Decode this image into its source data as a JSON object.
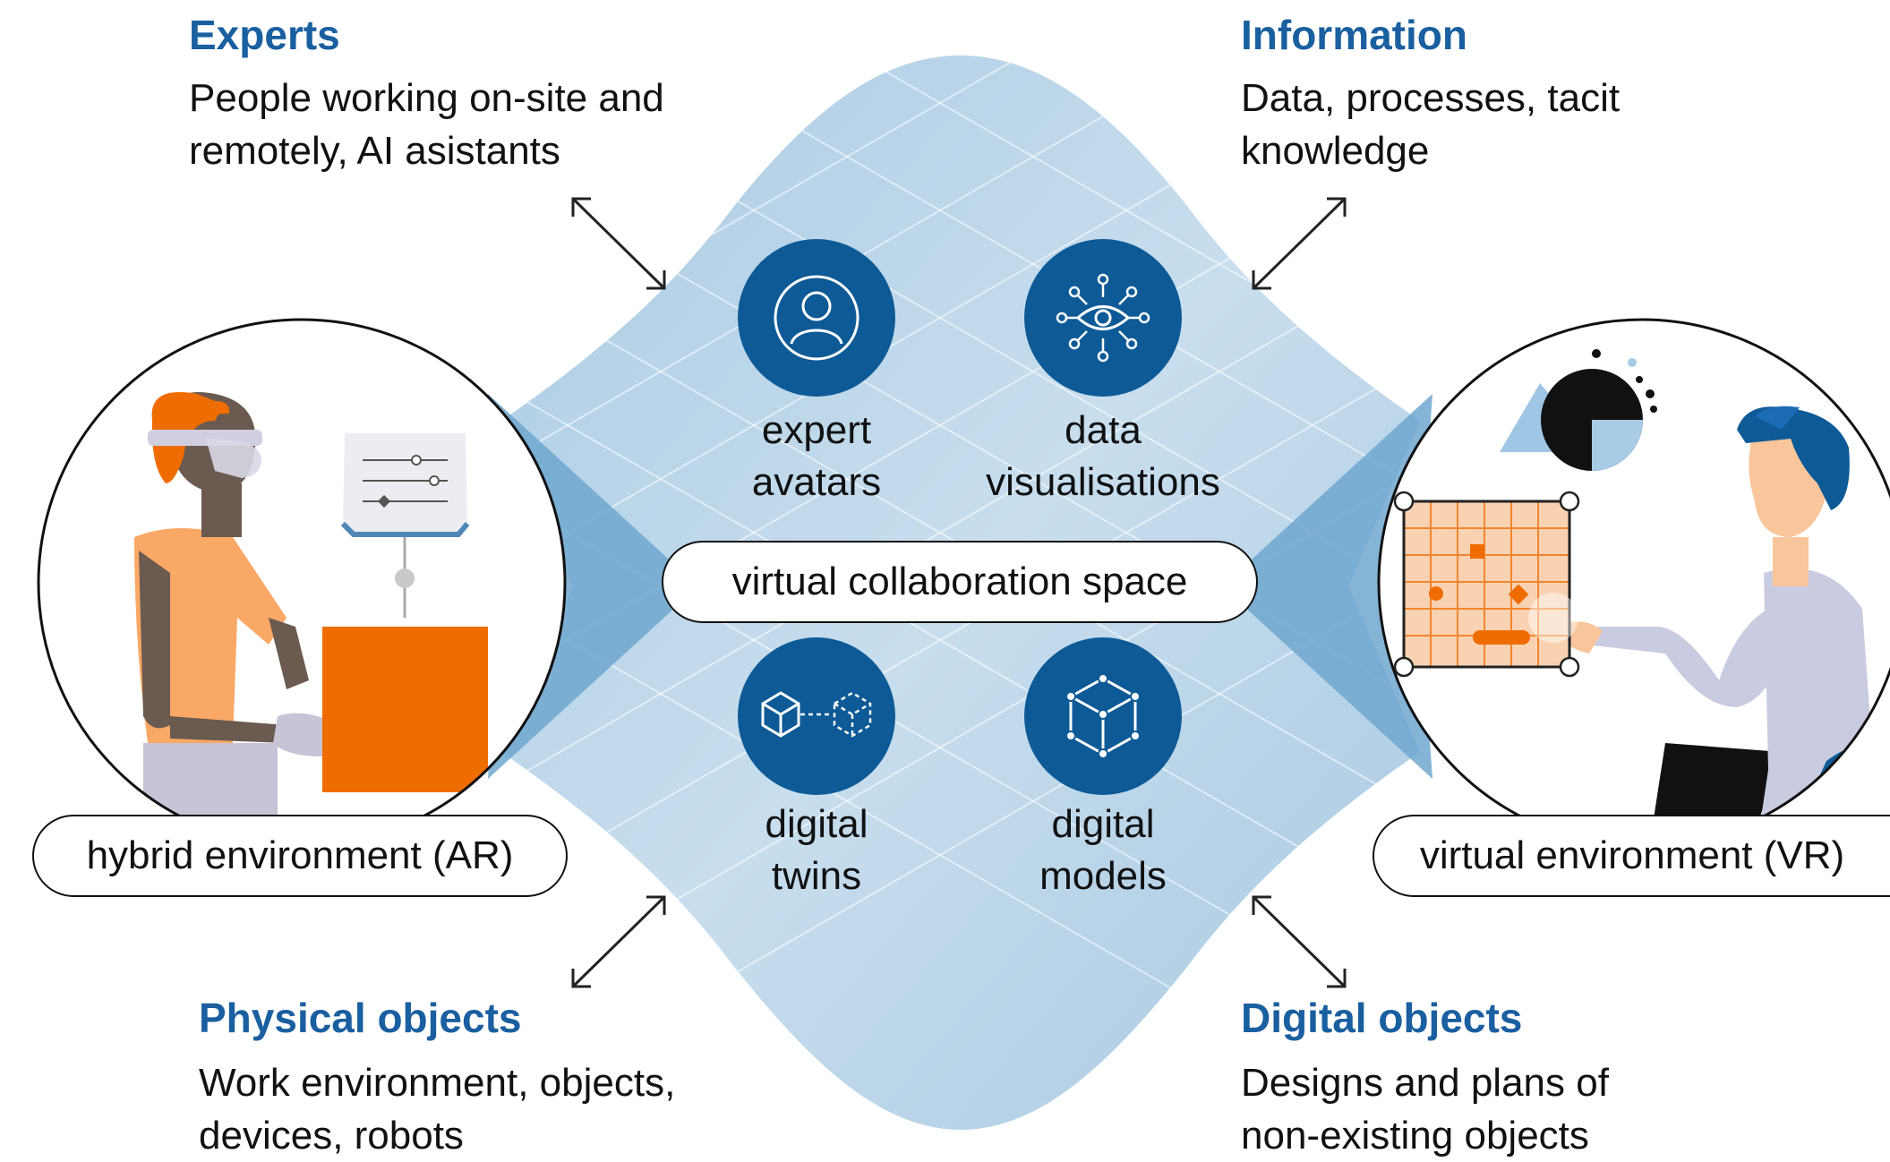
{
  "corners": {
    "experts": {
      "title": "Experts",
      "description": "People working on-site and\nremotely, AI asistants"
    },
    "information": {
      "title": "Information",
      "description": "Data, processes, tacit\nknowledge"
    },
    "physical": {
      "title": "Physical objects",
      "description": "Work environment, objects,\ndevices, robots"
    },
    "digital": {
      "title": "Digital objects",
      "description": "Designs and plans of\nnon-existing objects"
    }
  },
  "center": {
    "label": "virtual collaboration space"
  },
  "nodes": [
    {
      "label": "expert\navatars",
      "icon": "person-icon"
    },
    {
      "label": "data\nvisualisations",
      "icon": "eye-network-icon"
    },
    {
      "label": "digital\ntwins",
      "icon": "twin-cubes-icon"
    },
    {
      "label": "digital\nmodels",
      "icon": "cube-icon"
    }
  ],
  "environments": {
    "left": {
      "label": "hybrid environment (AR)"
    },
    "right": {
      "label": "virtual environment (VR)"
    }
  },
  "colors": {
    "accent_blue": "#0d5a97",
    "title_blue": "#1a5fa0",
    "space_light": "#c6dcec",
    "space_mid": "#8fbbd9",
    "orange": "#ef6c00",
    "skin_orange": "#f9a865"
  }
}
